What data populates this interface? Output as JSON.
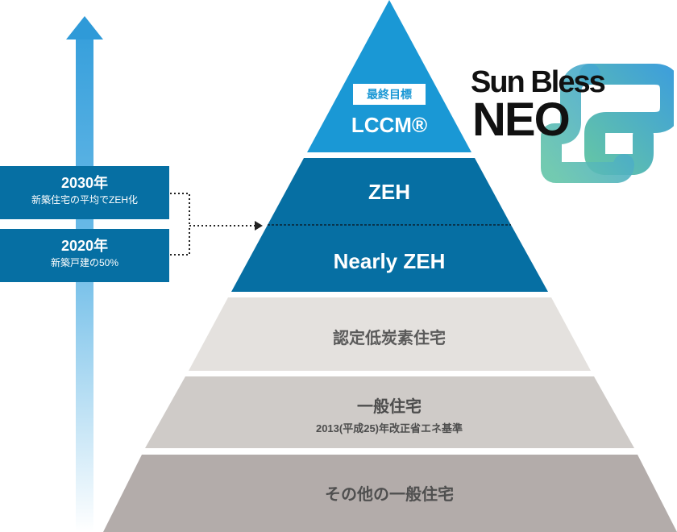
{
  "timeline": {
    "milestones": [
      {
        "year": "2030年",
        "description": "新築住宅の平均でZEH化"
      },
      {
        "year": "2020年",
        "description": "新築戸建の50%"
      }
    ]
  },
  "pyramid": {
    "top": {
      "badge": "最終目標",
      "label": "LCCM®"
    },
    "tiers": [
      {
        "label": "ZEH"
      },
      {
        "label": "Nearly ZEH"
      },
      {
        "label": "認定低炭素住宅"
      },
      {
        "label": "一般住宅",
        "sublabel": "2013(平成25)年改正省エネ基準"
      },
      {
        "label": "その他の一般住宅"
      }
    ]
  },
  "brand": {
    "line1": "Sun Bless",
    "line2": "NEO"
  },
  "colors": {
    "top_tier": "#1a98d5",
    "blue_tier": "#066fa3",
    "light_gray_tier": "#e4e1de",
    "mid_gray_tier": "#cfcbc8",
    "dark_gray_tier": "#b3acaa",
    "logo_gradient_start": "#3fa0d9",
    "logo_gradient_end": "#63c4a8"
  }
}
